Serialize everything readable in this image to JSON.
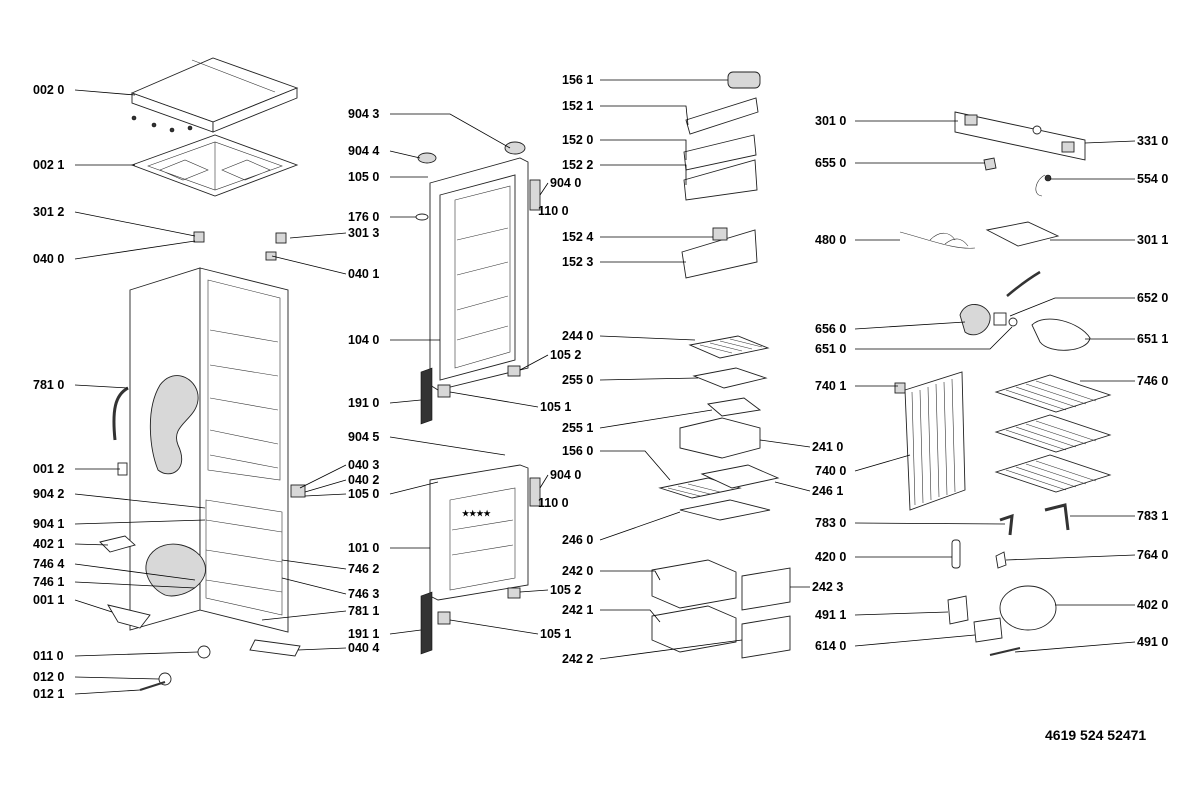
{
  "diagram": {
    "document_code": "4619 524 52471",
    "callouts": [
      {
        "id": "002 0"
      },
      {
        "id": "002 1"
      },
      {
        "id": "301 2"
      },
      {
        "id": "040 0"
      },
      {
        "id": "301 3"
      },
      {
        "id": "040 1"
      },
      {
        "id": "781 0"
      },
      {
        "id": "001 2"
      },
      {
        "id": "904 2"
      },
      {
        "id": "904 1"
      },
      {
        "id": "402 1"
      },
      {
        "id": "746 4"
      },
      {
        "id": "746 1"
      },
      {
        "id": "001 1"
      },
      {
        "id": "011 0"
      },
      {
        "id": "012 0"
      },
      {
        "id": "012 1"
      },
      {
        "id": "040 3"
      },
      {
        "id": "040 2"
      },
      {
        "id": "105 0"
      },
      {
        "id": "746 2"
      },
      {
        "id": "746 3"
      },
      {
        "id": "781 1"
      },
      {
        "id": "040 4"
      },
      {
        "id": "904 3"
      },
      {
        "id": "904 4"
      },
      {
        "id": "105 0"
      },
      {
        "id": "176 0"
      },
      {
        "id": "904 0"
      },
      {
        "id": "110 0"
      },
      {
        "id": "104 0"
      },
      {
        "id": "105 2"
      },
      {
        "id": "191 0"
      },
      {
        "id": "105 1"
      },
      {
        "id": "904 5"
      },
      {
        "id": "904 0"
      },
      {
        "id": "110 0"
      },
      {
        "id": "101 0"
      },
      {
        "id": "105 2"
      },
      {
        "id": "191 1"
      },
      {
        "id": "105 1"
      },
      {
        "id": "156 1"
      },
      {
        "id": "152 1"
      },
      {
        "id": "152 0"
      },
      {
        "id": "152 2"
      },
      {
        "id": "152 4"
      },
      {
        "id": "152 3"
      },
      {
        "id": "244 0"
      },
      {
        "id": "255 0"
      },
      {
        "id": "255 1"
      },
      {
        "id": "241 0"
      },
      {
        "id": "156 0"
      },
      {
        "id": "246 1"
      },
      {
        "id": "246 0"
      },
      {
        "id": "242 0"
      },
      {
        "id": "242 3"
      },
      {
        "id": "242 1"
      },
      {
        "id": "242 2"
      },
      {
        "id": "301 0"
      },
      {
        "id": "331 0"
      },
      {
        "id": "655 0"
      },
      {
        "id": "554 0"
      },
      {
        "id": "480 0"
      },
      {
        "id": "301 1"
      },
      {
        "id": "652 0"
      },
      {
        "id": "656 0"
      },
      {
        "id": "651 1"
      },
      {
        "id": "651 0"
      },
      {
        "id": "740 1"
      },
      {
        "id": "746 0"
      },
      {
        "id": "740 0"
      },
      {
        "id": "783 0"
      },
      {
        "id": "783 1"
      },
      {
        "id": "420 0"
      },
      {
        "id": "764 0"
      },
      {
        "id": "402 0"
      },
      {
        "id": "491 1"
      },
      {
        "id": "614 0"
      },
      {
        "id": "491 0"
      }
    ]
  }
}
